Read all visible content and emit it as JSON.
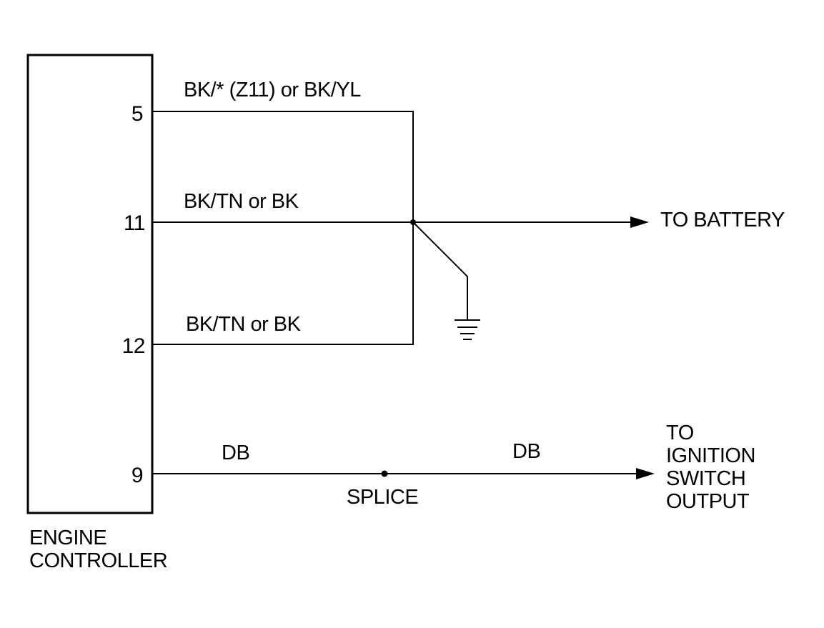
{
  "controller": {
    "label": "ENGINE\nCONTROLLER"
  },
  "pins": {
    "p5": "5",
    "p11": "11",
    "p12": "12",
    "p9": "9"
  },
  "wires": {
    "w5": "BK/* (Z11) or BK/YL",
    "w11": "BK/TN or BK",
    "w12": "BK/TN or BK",
    "w9_left": "DB",
    "w9_right": "DB"
  },
  "destinations": {
    "battery": "TO BATTERY",
    "ignition": "TO\nIGNITION\nSWITCH\nOUTPUT"
  },
  "splice": {
    "label": "SPLICE"
  }
}
